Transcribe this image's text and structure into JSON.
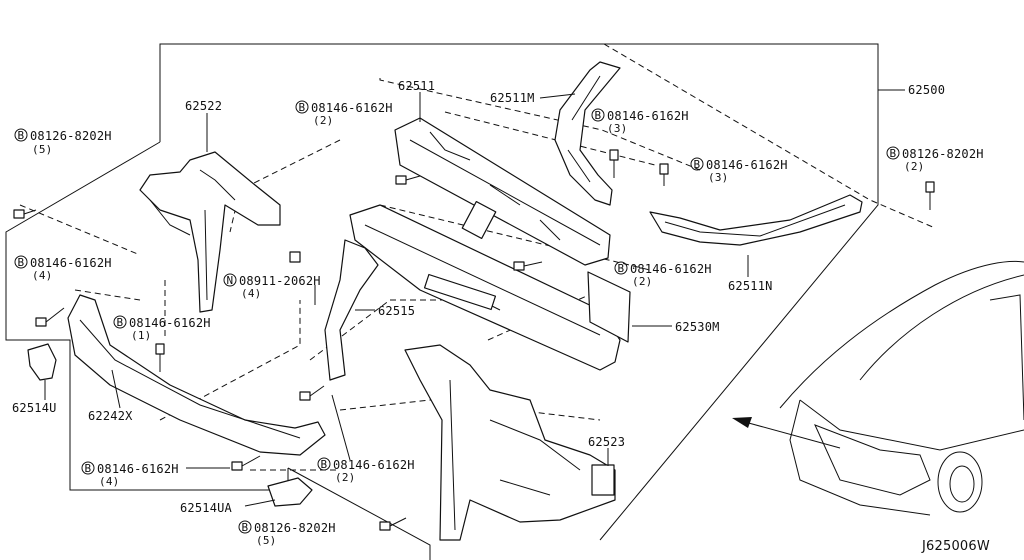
{
  "diagram_code": "J625006W",
  "labels": {
    "p62500": "62500",
    "p62511": "62511",
    "p62511M": "62511M",
    "p62511N": "62511N",
    "p62522": "62522",
    "p62515": "62515",
    "p62530M": "62530M",
    "p62514U": "62514U",
    "p62242X": "62242X",
    "p62523": "62523",
    "p62514UA": "62514UA",
    "n08911": "08911-2062H",
    "n08911_qty": "(4)",
    "b1": "08126-8202H",
    "b1_qty": "(5)",
    "b2": "08146-6162H",
    "b2_qty": "(2)",
    "b3": "08146-6162H",
    "b3_qty": "(3)",
    "b4": "08146-6162H",
    "b4_qty": "(3)",
    "b5": "08126-8202H",
    "b5_qty": "(2)",
    "b6": "08146-6162H",
    "b6_qty": "(4)",
    "b7": "08146-6162H",
    "b7_qty": "(2)",
    "b8": "08146-6162H",
    "b8_qty": "(1)",
    "b9": "08146-6162H",
    "b9_qty": "(4)",
    "b10": "08146-6162H",
    "b10_qty": "(2)",
    "b11": "08126-8202H",
    "b11_qty": "(5)"
  },
  "symbols": {
    "bolt": "B",
    "nut": "N"
  }
}
